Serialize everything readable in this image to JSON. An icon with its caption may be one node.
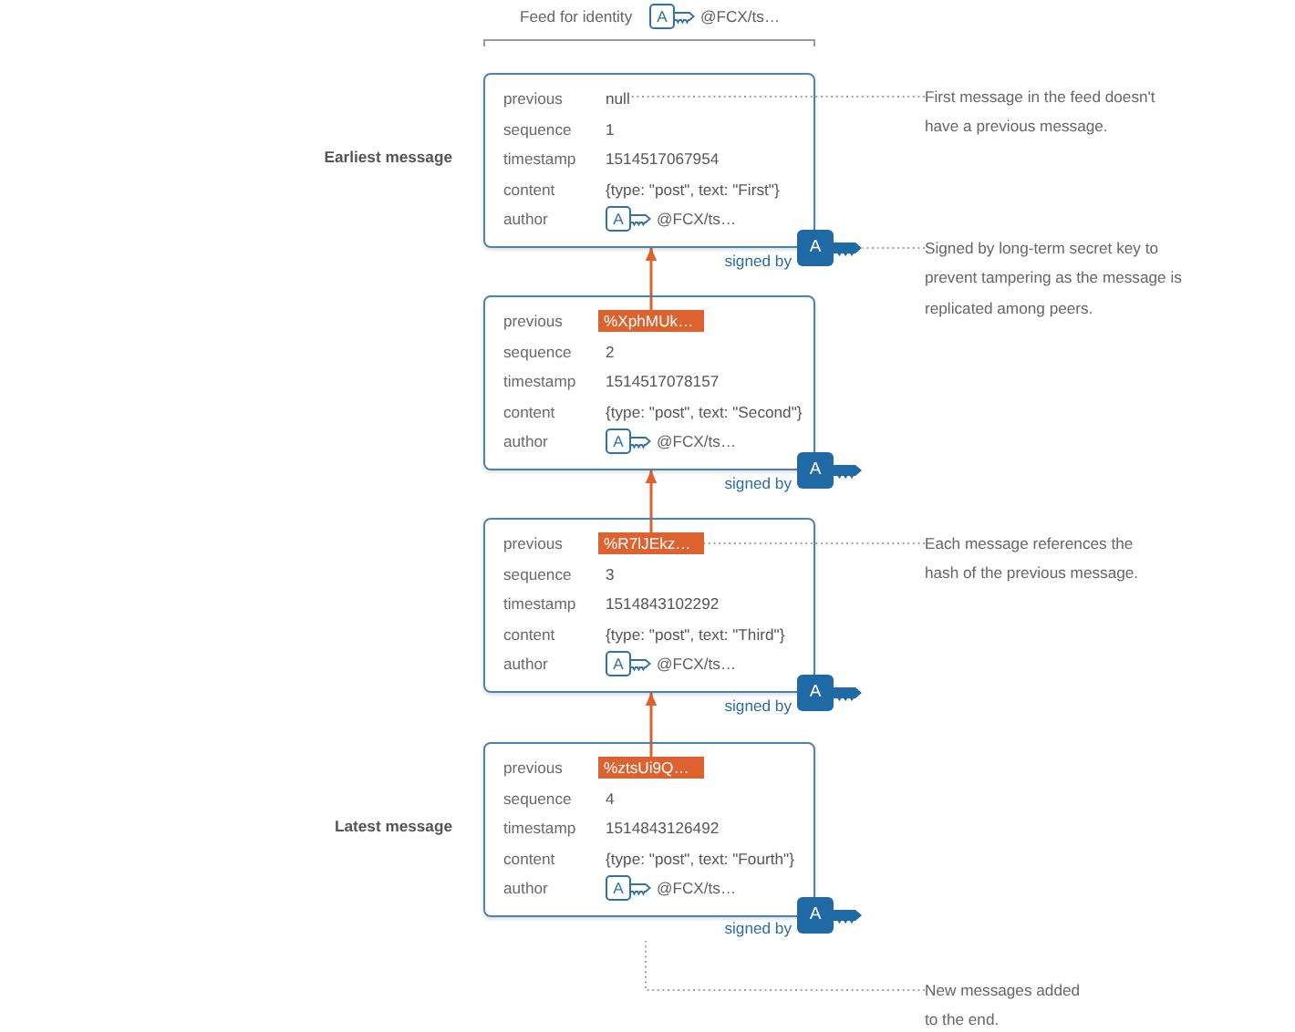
{
  "diagram": {
    "title": "Feed for identity",
    "nodes": [
      {
        "text": [
          "A"
        ],
        "beside": [
          "@FCX/ts…"
        ]
      },
      {
        "text": [
          "previous",
          "sequence",
          "1",
          "timestamp",
          "1514517067954",
          "content",
          "{type: \"post\", text: \"First\"}",
          "author"
        ],
        "beside": [
          "Earliest message"
        ]
      },
      {
        "text": [
          "null"
        ],
        "in": 1
      },
      {
        "text": [
          "A"
        ],
        "in": 1,
        "beside": [
          "@FCX/ts…"
        ]
      },
      {
        "text": [
          "First message in the feed doesn't have a previous message."
        ]
      },
      {
        "text": [
          "A"
        ],
        "beside": [
          "signed by"
        ]
      },
      {
        "text": [
          "Signed by long-term secret key to prevent tampering as the message is replicated among peers."
        ]
      },
      {
        "text": [
          "previous",
          "sequence",
          "2",
          "timestamp",
          "1514517078157",
          "content",
          "{type: \"post\", text: \"Second\"}",
          "author"
        ]
      },
      {
        "text": [
          "%XphMUk…"
        ],
        "in": 7
      },
      {
        "text": [
          "A"
        ],
        "in": 7,
        "beside": [
          "@FCX/ts…"
        ]
      },
      {
        "text": [
          "A"
        ],
        "beside": [
          "signed by"
        ]
      },
      {
        "text": [
          "previous",
          "sequence",
          "3",
          "timestamp",
          "1514843102292",
          "content",
          "{type: \"post\", text: \"Third\"}",
          "author"
        ]
      },
      {
        "text": [
          "%R7lJEkz…"
        ],
        "in": 11
      },
      {
        "text": [
          "Each message references the hash of the previous message."
        ]
      },
      {
        "text": [
          "A"
        ],
        "in": 11,
        "beside": [
          "@FCX/ts…"
        ]
      },
      {
        "text": [
          "A"
        ],
        "beside": [
          "signed by"
        ]
      },
      {
        "text": [
          "previous",
          "sequence",
          "4",
          "timestamp",
          "1514843126492",
          "content",
          "{type: \"post\", text: \"Fourth\"}",
          "author"
        ],
        "beside": [
          "Latest message"
        ]
      },
      {
        "text": [
          "%ztsUi9Q…"
        ],
        "in": 16
      },
      {
        "text": [
          "A"
        ],
        "in": 16,
        "beside": [
          "@FCX/ts…"
        ]
      },
      {
        "text": [
          "A"
        ],
        "beside": [
          "signed by"
        ]
      },
      {
        "text": [
          "New messages added to the end."
        ]
      }
    ],
    "edges": [
      {
        "from": 8,
        "to": 1,
        "arrow": "to",
        "color": "#dc6230"
      },
      {
        "from": 12,
        "to": 7,
        "arrow": "to",
        "color": "#dc6230"
      },
      {
        "from": 17,
        "to": 11,
        "arrow": "to",
        "color": "#dc6230"
      },
      {
        "from": 4,
        "to": 2,
        "arrow": "none",
        "style": "dashed"
      },
      {
        "from": 6,
        "to": 5,
        "arrow": "none",
        "style": "dashed"
      },
      {
        "from": 13,
        "to": 12,
        "arrow": "none",
        "style": "dashed"
      },
      {
        "from": 20,
        "to": null,
        "arrow": "none",
        "style": "dashed"
      }
    ]
  }
}
